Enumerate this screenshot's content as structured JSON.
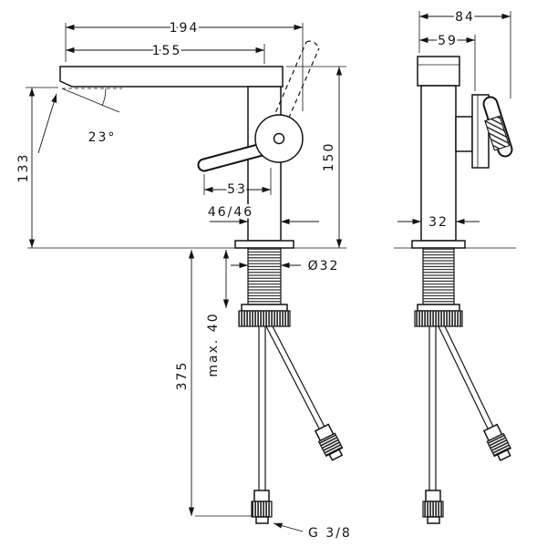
{
  "dimensions": {
    "spout_reach_overall": "194",
    "spout_reach_aerator": "155",
    "aerator_angle": "23°",
    "outlet_height": "133",
    "handle_projection": "53",
    "height_above_deck": "150",
    "base_footprint": "46/46",
    "shank_diameter": "Ø32",
    "max_deck_thickness": "max. 40",
    "hose_length": "375",
    "connection_thread": "G 3/8",
    "overall_depth": "84",
    "body_depth": "59",
    "body_width": "32"
  }
}
